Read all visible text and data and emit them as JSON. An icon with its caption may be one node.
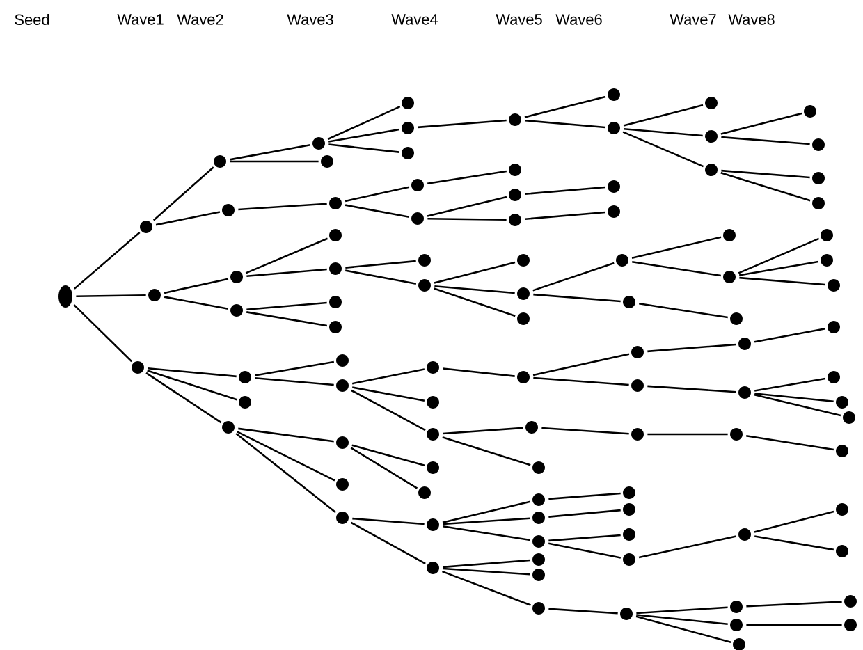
{
  "diagram": {
    "nodes": [
      {
        "text": [],
        "shape": "circle"
      },
      {
        "text": [],
        "shape": "circle"
      },
      {
        "text": [],
        "shape": "circle"
      },
      {
        "text": [],
        "shape": "circle"
      },
      {
        "text": [],
        "shape": "circle"
      },
      {
        "text": [],
        "shape": "circle"
      },
      {
        "text": [],
        "shape": "circle"
      },
      {
        "text": [],
        "shape": "circle"
      },
      {
        "text": [],
        "shape": "circle"
      },
      {
        "text": [],
        "shape": "circle"
      },
      {
        "text": [],
        "shape": "circle"
      },
      {
        "text": [],
        "shape": "circle"
      },
      {
        "text": [],
        "shape": "circle"
      },
      {
        "text": [],
        "shape": "circle"
      },
      {
        "text": [],
        "shape": "circle"
      },
      {
        "text": [],
        "shape": "circle"
      },
      {
        "text": [],
        "shape": "circle"
      },
      {
        "text": [],
        "shape": "circle"
      },
      {
        "text": [],
        "shape": "circle"
      },
      {
        "text": [],
        "shape": "circle"
      },
      {
        "text": [],
        "shape": "circle"
      },
      {
        "text": [],
        "shape": "circle"
      },
      {
        "text": [],
        "shape": "circle"
      },
      {
        "text": [],
        "shape": "circle"
      },
      {
        "text": [],
        "shape": "circle"
      },
      {
        "text": [],
        "shape": "circle"
      },
      {
        "text": [],
        "shape": "circle"
      },
      {
        "text": [],
        "shape": "circle"
      },
      {
        "text": [],
        "shape": "circle"
      },
      {
        "text": [],
        "shape": "circle"
      },
      {
        "text": [],
        "shape": "circle"
      },
      {
        "text": [],
        "shape": "circle"
      },
      {
        "text": [],
        "shape": "circle"
      },
      {
        "text": [],
        "shape": "circle"
      },
      {
        "text": [],
        "shape": "circle"
      },
      {
        "text": [],
        "shape": "circle"
      },
      {
        "text": [],
        "shape": "circle"
      },
      {
        "text": [],
        "shape": "circle"
      },
      {
        "text": [],
        "shape": "circle"
      },
      {
        "text": [],
        "shape": "circle"
      },
      {
        "text": [],
        "shape": "circle"
      },
      {
        "text": [],
        "shape": "circle"
      },
      {
        "text": [],
        "shape": "circle"
      },
      {
        "text": [],
        "shape": "circle"
      },
      {
        "text": [],
        "shape": "circle"
      },
      {
        "text": [],
        "shape": "circle"
      },
      {
        "text": [],
        "shape": "circle"
      },
      {
        "text": [],
        "shape": "circle"
      },
      {
        "text": [],
        "shape": "circle"
      },
      {
        "text": [],
        "shape": "circle"
      },
      {
        "text": [],
        "shape": "circle"
      },
      {
        "text": [],
        "shape": "circle"
      },
      {
        "text": [],
        "shape": "circle"
      },
      {
        "text": [],
        "shape": "circle"
      },
      {
        "text": [],
        "shape": "circle"
      },
      {
        "text": [],
        "shape": "circle"
      },
      {
        "text": [],
        "shape": "circle"
      },
      {
        "text": [],
        "shape": "circle"
      },
      {
        "text": [],
        "shape": "circle"
      },
      {
        "text": [],
        "shape": "circle"
      },
      {
        "text": [],
        "shape": "circle"
      },
      {
        "text": [],
        "shape": "circle"
      },
      {
        "text": [],
        "shape": "circle"
      },
      {
        "text": [],
        "shape": "circle"
      },
      {
        "text": [],
        "shape": "circle"
      },
      {
        "text": [],
        "shape": "circle"
      },
      {
        "text": [],
        "shape": "circle"
      },
      {
        "text": [],
        "shape": "circle"
      },
      {
        "text": [],
        "shape": "circle"
      },
      {
        "text": [],
        "shape": "circle"
      },
      {
        "text": [],
        "shape": "circle"
      },
      {
        "text": [],
        "shape": "circle"
      },
      {
        "text": [],
        "shape": "circle"
      },
      {
        "text": [],
        "shape": "circle"
      },
      {
        "text": [],
        "shape": "circle"
      },
      {
        "text": [],
        "shape": "circle"
      },
      {
        "text": [],
        "shape": "circle"
      },
      {
        "text": [],
        "shape": "circle"
      },
      {
        "text": [],
        "shape": "circle"
      },
      {
        "text": [],
        "shape": "circle"
      },
      {
        "text": [],
        "shape": "circle"
      },
      {
        "text": [],
        "shape": "circle"
      },
      {
        "text": [],
        "shape": "circle"
      },
      {
        "text": [],
        "shape": "circle"
      },
      {
        "text": [],
        "shape": "circle"
      },
      {
        "text": [],
        "shape": "circle"
      },
      {
        "text": [],
        "shape": "circle"
      },
      {
        "text": [],
        "shape": "circle"
      },
      {
        "text": [],
        "shape": "circle"
      },
      {
        "text": [],
        "shape": "circle"
      },
      {
        "text": [],
        "shape": "circle"
      },
      {
        "text": [],
        "shape": "circle"
      },
      {
        "text": [],
        "shape": "circle"
      },
      {
        "text": [],
        "shape": "circle"
      },
      {
        "text": [],
        "shape": "circle"
      },
      {
        "text": [],
        "shape": "circle"
      }
    ],
    "edges": [
      {
        "from": 0,
        "to": 1,
        "arrow": "none"
      },
      {
        "from": 0,
        "to": 2,
        "arrow": "none"
      },
      {
        "from": 0,
        "to": 3,
        "arrow": "none"
      },
      {
        "from": 1,
        "to": 4,
        "arrow": "none"
      },
      {
        "from": 1,
        "to": 5,
        "arrow": "none"
      },
      {
        "from": 2,
        "to": 6,
        "arrow": "none"
      },
      {
        "from": 2,
        "to": 7,
        "arrow": "none"
      },
      {
        "from": 3,
        "to": 8,
        "arrow": "none"
      },
      {
        "from": 3,
        "to": 9,
        "arrow": "none"
      },
      {
        "from": 3,
        "to": 10,
        "arrow": "none"
      },
      {
        "from": 4,
        "to": 11,
        "arrow": "none"
      },
      {
        "from": 4,
        "to": 12,
        "arrow": "none"
      },
      {
        "from": 5,
        "to": 13,
        "arrow": "none"
      },
      {
        "from": 6,
        "to": 14,
        "arrow": "none"
      },
      {
        "from": 6,
        "to": 15,
        "arrow": "none"
      },
      {
        "from": 7,
        "to": 16,
        "arrow": "none"
      },
      {
        "from": 7,
        "to": 17,
        "arrow": "none"
      },
      {
        "from": 8,
        "to": 18,
        "arrow": "none"
      },
      {
        "from": 8,
        "to": 19,
        "arrow": "none"
      },
      {
        "from": 10,
        "to": 20,
        "arrow": "none"
      },
      {
        "from": 10,
        "to": 21,
        "arrow": "none"
      },
      {
        "from": 10,
        "to": 22,
        "arrow": "none"
      },
      {
        "from": 11,
        "to": 23,
        "arrow": "none"
      },
      {
        "from": 11,
        "to": 24,
        "arrow": "none"
      },
      {
        "from": 11,
        "to": 25,
        "arrow": "none"
      },
      {
        "from": 13,
        "to": 26,
        "arrow": "none"
      },
      {
        "from": 13,
        "to": 27,
        "arrow": "none"
      },
      {
        "from": 15,
        "to": 28,
        "arrow": "none"
      },
      {
        "from": 15,
        "to": 29,
        "arrow": "none"
      },
      {
        "from": 19,
        "to": 30,
        "arrow": "none"
      },
      {
        "from": 19,
        "to": 31,
        "arrow": "none"
      },
      {
        "from": 19,
        "to": 32,
        "arrow": "none"
      },
      {
        "from": 20,
        "to": 33,
        "arrow": "none"
      },
      {
        "from": 20,
        "to": 34,
        "arrow": "none"
      },
      {
        "from": 22,
        "to": 35,
        "arrow": "none"
      },
      {
        "from": 22,
        "to": 36,
        "arrow": "none"
      },
      {
        "from": 24,
        "to": 37,
        "arrow": "none"
      },
      {
        "from": 26,
        "to": 38,
        "arrow": "none"
      },
      {
        "from": 27,
        "to": 39,
        "arrow": "none"
      },
      {
        "from": 27,
        "to": 40,
        "arrow": "none"
      },
      {
        "from": 29,
        "to": 41,
        "arrow": "none"
      },
      {
        "from": 29,
        "to": 42,
        "arrow": "none"
      },
      {
        "from": 29,
        "to": 43,
        "arrow": "none"
      },
      {
        "from": 30,
        "to": 44,
        "arrow": "none"
      },
      {
        "from": 32,
        "to": 45,
        "arrow": "none"
      },
      {
        "from": 32,
        "to": 46,
        "arrow": "none"
      },
      {
        "from": 35,
        "to": 47,
        "arrow": "none"
      },
      {
        "from": 35,
        "to": 48,
        "arrow": "none"
      },
      {
        "from": 35,
        "to": 49,
        "arrow": "none"
      },
      {
        "from": 36,
        "to": 50,
        "arrow": "none"
      },
      {
        "from": 36,
        "to": 51,
        "arrow": "none"
      },
      {
        "from": 36,
        "to": 52,
        "arrow": "none"
      },
      {
        "from": 37,
        "to": 53,
        "arrow": "none"
      },
      {
        "from": 37,
        "to": 54,
        "arrow": "none"
      },
      {
        "from": 39,
        "to": 55,
        "arrow": "none"
      },
      {
        "from": 40,
        "to": 56,
        "arrow": "none"
      },
      {
        "from": 42,
        "to": 57,
        "arrow": "none"
      },
      {
        "from": 42,
        "to": 58,
        "arrow": "none"
      },
      {
        "from": 44,
        "to": 59,
        "arrow": "none"
      },
      {
        "from": 44,
        "to": 60,
        "arrow": "none"
      },
      {
        "from": 45,
        "to": 61,
        "arrow": "none"
      },
      {
        "from": 47,
        "to": 62,
        "arrow": "none"
      },
      {
        "from": 48,
        "to": 63,
        "arrow": "none"
      },
      {
        "from": 49,
        "to": 64,
        "arrow": "none"
      },
      {
        "from": 49,
        "to": 65,
        "arrow": "none"
      },
      {
        "from": 52,
        "to": 66,
        "arrow": "none"
      },
      {
        "from": 54,
        "to": 67,
        "arrow": "none"
      },
      {
        "from": 54,
        "to": 68,
        "arrow": "none"
      },
      {
        "from": 54,
        "to": 69,
        "arrow": "none"
      },
      {
        "from": 57,
        "to": 70,
        "arrow": "none"
      },
      {
        "from": 57,
        "to": 71,
        "arrow": "none"
      },
      {
        "from": 58,
        "to": 72,
        "arrow": "none"
      },
      {
        "from": 59,
        "to": 73,
        "arrow": "none"
      },
      {
        "from": 60,
        "to": 74,
        "arrow": "none"
      },
      {
        "from": 61,
        "to": 75,
        "arrow": "none"
      },
      {
        "from": 65,
        "to": 76,
        "arrow": "none"
      },
      {
        "from": 66,
        "to": 77,
        "arrow": "none"
      },
      {
        "from": 66,
        "to": 78,
        "arrow": "none"
      },
      {
        "from": 66,
        "to": 79,
        "arrow": "none"
      },
      {
        "from": 68,
        "to": 80,
        "arrow": "none"
      },
      {
        "from": 68,
        "to": 81,
        "arrow": "none"
      },
      {
        "from": 69,
        "to": 82,
        "arrow": "none"
      },
      {
        "from": 69,
        "to": 83,
        "arrow": "none"
      },
      {
        "from": 71,
        "to": 84,
        "arrow": "none"
      },
      {
        "from": 71,
        "to": 85,
        "arrow": "none"
      },
      {
        "from": 71,
        "to": 86,
        "arrow": "none"
      },
      {
        "from": 73,
        "to": 87,
        "arrow": "none"
      },
      {
        "from": 74,
        "to": 88,
        "arrow": "none"
      },
      {
        "from": 74,
        "to": 89,
        "arrow": "none"
      },
      {
        "from": 74,
        "to": 90,
        "arrow": "none"
      },
      {
        "from": 75,
        "to": 91,
        "arrow": "none"
      },
      {
        "from": 76,
        "to": 92,
        "arrow": "none"
      },
      {
        "from": 76,
        "to": 93,
        "arrow": "none"
      },
      {
        "from": 77,
        "to": 94,
        "arrow": "none"
      },
      {
        "from": 78,
        "to": 95,
        "arrow": "none"
      }
    ],
    "labels": [
      "Seed",
      "Wave1",
      "Wave2",
      "Wave3",
      "Wave4",
      "Wave5",
      "Wave6",
      "Wave7",
      "Wave8"
    ]
  }
}
